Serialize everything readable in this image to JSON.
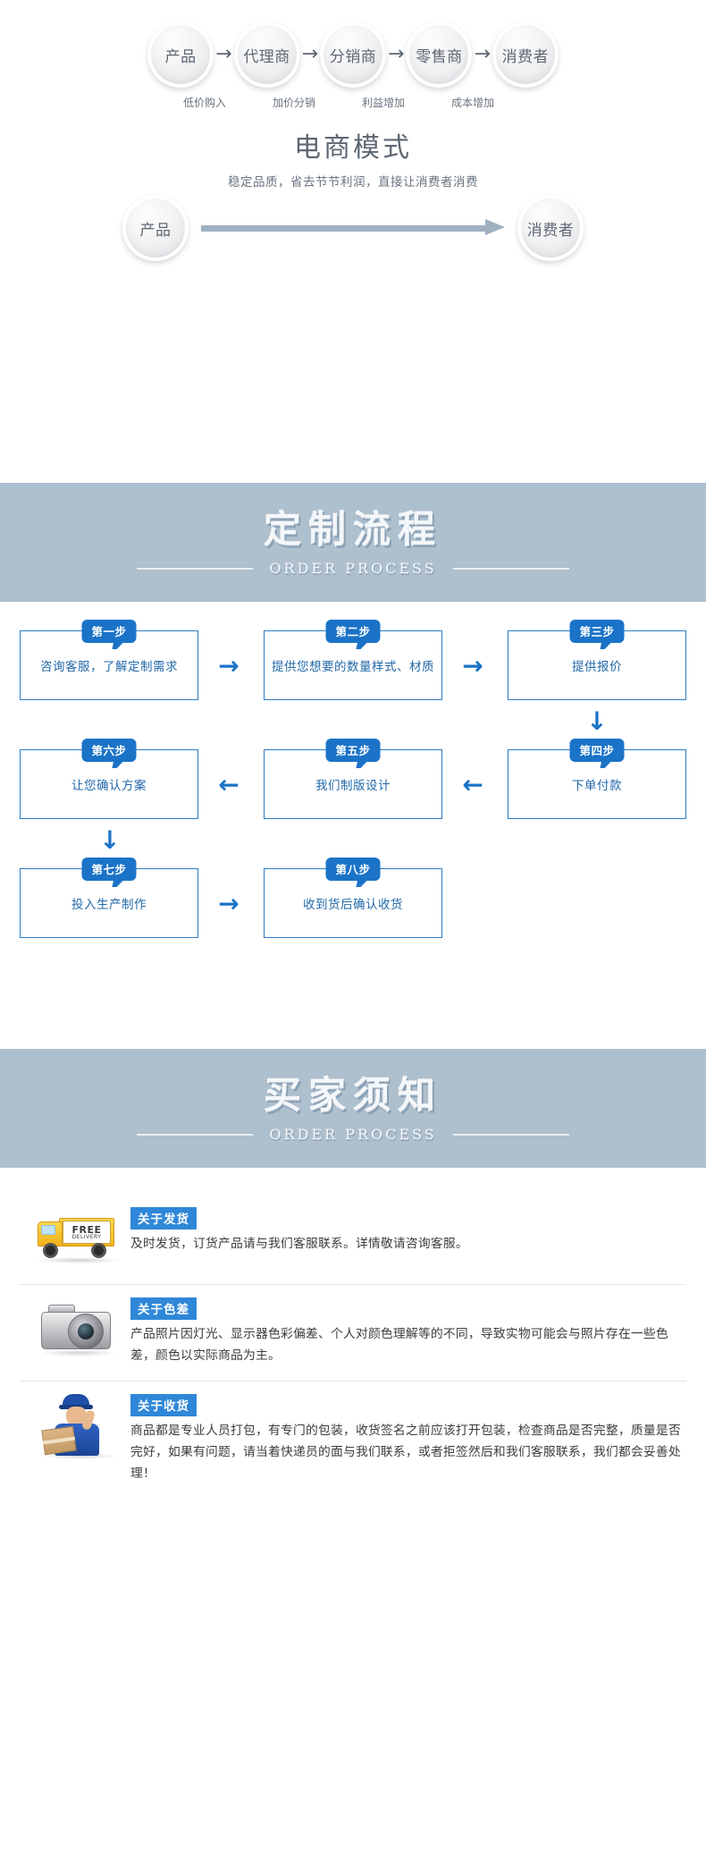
{
  "chain_section": {
    "traditional": {
      "nodes": [
        {
          "label": "产品"
        },
        {
          "label": "代理商"
        },
        {
          "label": "分销商"
        },
        {
          "label": "零售商"
        },
        {
          "label": "消费者"
        }
      ],
      "arrow_glyph": "→",
      "captions": [
        "低价购入",
        "加价分销",
        "利益增加",
        "成本增加"
      ]
    },
    "mode_title": "电商模式",
    "mode_subtitle": "稳定品质，省去节节利润，直接让消费者消费",
    "direct": {
      "from_label": "产品",
      "to_label": "消费者"
    }
  },
  "banner_process": {
    "title": "定制流程",
    "subtitle": "ORDER PROCESS",
    "bg_color": "#aebfcd"
  },
  "flow": {
    "accent_color": "#1b73c7",
    "steps": [
      {
        "tag": "第一步",
        "text": "咨询客服，了解定制需求"
      },
      {
        "tag": "第二步",
        "text": "提供您想要的数量样式、材质"
      },
      {
        "tag": "第三步",
        "text": "提供报价"
      },
      {
        "tag": "第四步",
        "text": "下单付款"
      },
      {
        "tag": "第五步",
        "text": "我们制版设计"
      },
      {
        "tag": "第六步",
        "text": "让您确认方案"
      },
      {
        "tag": "第七步",
        "text": "投入生产制作"
      },
      {
        "tag": "第八步",
        "text": "收到货后确认收货"
      }
    ],
    "arrows": {
      "right": "→",
      "left": "←",
      "down": "↓"
    }
  },
  "banner_notice": {
    "title": "买家须知",
    "subtitle": "ORDER PROCESS",
    "bg_color": "#aebfcd"
  },
  "notices": [
    {
      "icon": "delivery-truck-icon",
      "icon_text_main": "FREE",
      "icon_text_sub": "DELIVERY",
      "badge": "关于发货",
      "text": "及时发货，订货产品请与我们客服联系。详情敬请咨询客服。"
    },
    {
      "icon": "camera-icon",
      "badge": "关于色差",
      "text": "产品照片因灯光、显示器色彩偏差、个人对颜色理解等的不同，导致实物可能会与照片存在一些色差，颜色以实际商品为主。"
    },
    {
      "icon": "courier-icon",
      "badge": "关于收货",
      "text": "商品都是专业人员打包，有专门的包装，收货签名之前应该打开包装，检查商品是否完整，质量是否完好，如果有问题，请当着快递员的面与我们联系，或者拒签然后和我们客服联系，我们都会妥善处理！"
    }
  ]
}
